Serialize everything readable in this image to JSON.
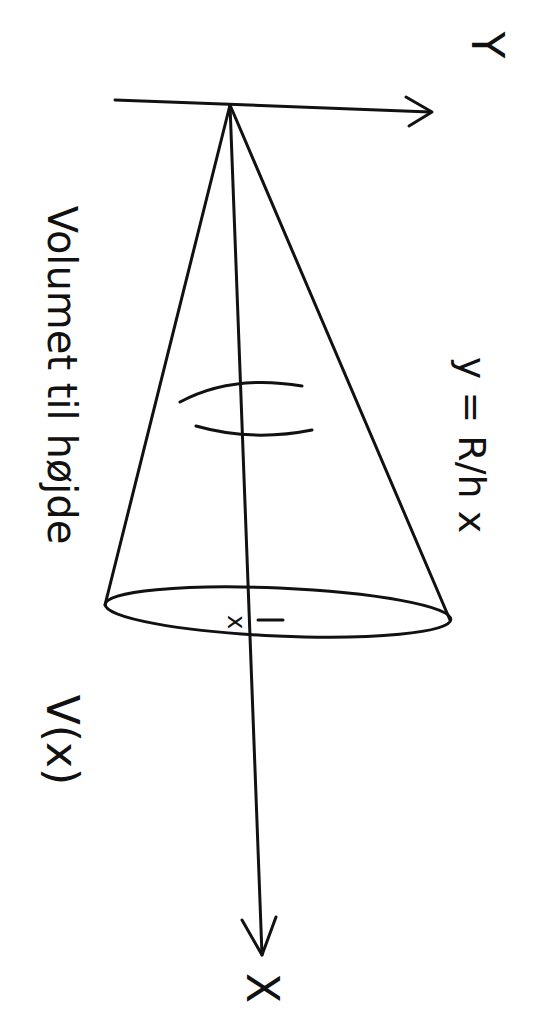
{
  "diagram": {
    "labels": [
      "Y",
      "y = R/h x",
      "Volumet til højde",
      "V(x)",
      "x",
      "X"
    ]
  }
}
